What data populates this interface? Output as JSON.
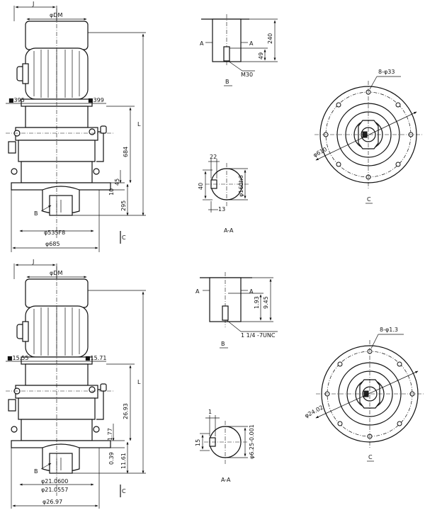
{
  "metric": {
    "gearmotor": {
      "dim_j": "J",
      "dim_dm": "φDM",
      "dim_395": "■395",
      "dim_399": "■399",
      "dim_l": "L",
      "dim_684": "684",
      "dim_45": "45",
      "dim_10": "10",
      "dim_295": "295",
      "dim_c": "C",
      "dim_b": "B",
      "dim_535": "φ535F8",
      "dim_685": "φ685"
    },
    "view_b": {
      "a_left": "A",
      "a_right": "A",
      "dim_240": "240",
      "dim_49": "49",
      "thread": "M30",
      "label": "B"
    },
    "section_aa": {
      "dim_22": "22",
      "dim_40": "40",
      "dim_160": "φ160h6",
      "dim_13": "13",
      "label": "A-A"
    },
    "view_c": {
      "holes": "8-φ33",
      "pcd": "φ610",
      "label": "C"
    }
  },
  "imperial": {
    "gearmotor": {
      "dim_j": "J",
      "dim_dm": "φDM",
      "dim_1555": "■15.55",
      "dim_1571": "■15.71",
      "dim_l": "L",
      "dim_2693": "26.93",
      "dim_177": "1.77",
      "dim_039": "0.39",
      "dim_1161": "11.61",
      "dim_c": "C",
      "dim_b": "B",
      "dim_fit_upper": "φ21.0600",
      "dim_fit_lower": "φ21.0557",
      "dim_2697": "φ26.97"
    },
    "view_b": {
      "a_left": "A",
      "a_right": "A",
      "dim_945": "9.45",
      "dim_193": "1.93",
      "thread": "1 1/4 -7UNC",
      "label": "B"
    },
    "section_aa": {
      "dim_1": "1",
      "dim_15": "15",
      "dim_625": "φ6.25-0.001",
      "label": "A-A"
    },
    "view_c": {
      "holes": "8-φ1.3",
      "pcd": "φ24.02",
      "label": "C"
    }
  }
}
